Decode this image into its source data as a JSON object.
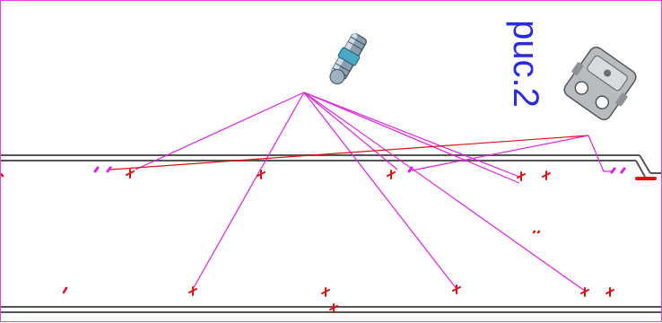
{
  "figure": {
    "caption": "puc.2",
    "caption_color": "#2a2ae0"
  },
  "colors": {
    "frame": "#e040e0",
    "leader_lines": "#e020e0",
    "hinge_line": "#e01010",
    "panel_edges": "#555555",
    "drill_marks": "#e01010"
  },
  "parts": [
    {
      "name": "screw-connector-icon",
      "kind": "confirmat-screw"
    },
    {
      "name": "hinge-plate-icon",
      "kind": "furniture-hinge"
    }
  ]
}
